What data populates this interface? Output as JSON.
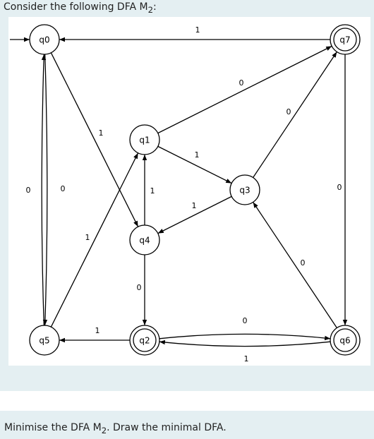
{
  "question_intro": {
    "pre": "Consider the following DFA M",
    "sub": "2",
    "post": ":"
  },
  "question_task": {
    "pre": "Minimise the DFA M",
    "sub": "2",
    "post": ". Draw the minimal DFA."
  },
  "diagram": {
    "states": [
      {
        "id": "q0",
        "label": "q0",
        "accepting": false,
        "start": true
      },
      {
        "id": "q1",
        "label": "q1",
        "accepting": false
      },
      {
        "id": "q2",
        "label": "q2",
        "accepting": true
      },
      {
        "id": "q3",
        "label": "q3",
        "accepting": false
      },
      {
        "id": "q4",
        "label": "q4",
        "accepting": false
      },
      {
        "id": "q5",
        "label": "q5",
        "accepting": false
      },
      {
        "id": "q6",
        "label": "q6",
        "accepting": true
      },
      {
        "id": "q7",
        "label": "q7",
        "accepting": true
      }
    ],
    "transitions": [
      {
        "from": "q7",
        "to": "q0",
        "symbol": "1"
      },
      {
        "from": "q0",
        "to": "q4",
        "symbol": "1"
      },
      {
        "from": "q0",
        "to": "q5",
        "symbol": "0"
      },
      {
        "from": "q5",
        "to": "q0",
        "symbol": "0"
      },
      {
        "from": "q5",
        "to": "q1",
        "symbol": "1"
      },
      {
        "from": "q1",
        "to": "q7",
        "symbol": "0"
      },
      {
        "from": "q1",
        "to": "q3",
        "symbol": "1"
      },
      {
        "from": "q3",
        "to": "q4",
        "symbol": "1"
      },
      {
        "from": "q3",
        "to": "q7",
        "symbol": "0"
      },
      {
        "from": "q4",
        "to": "q1",
        "symbol": "1"
      },
      {
        "from": "q4",
        "to": "q2",
        "symbol": "0"
      },
      {
        "from": "q2",
        "to": "q5",
        "symbol": "1"
      },
      {
        "from": "q2",
        "to": "q6",
        "symbol": "0"
      },
      {
        "from": "q6",
        "to": "q2",
        "symbol": "1"
      },
      {
        "from": "q6",
        "to": "q3",
        "symbol": "0"
      },
      {
        "from": "q7",
        "to": "q6",
        "symbol": "0"
      }
    ]
  }
}
